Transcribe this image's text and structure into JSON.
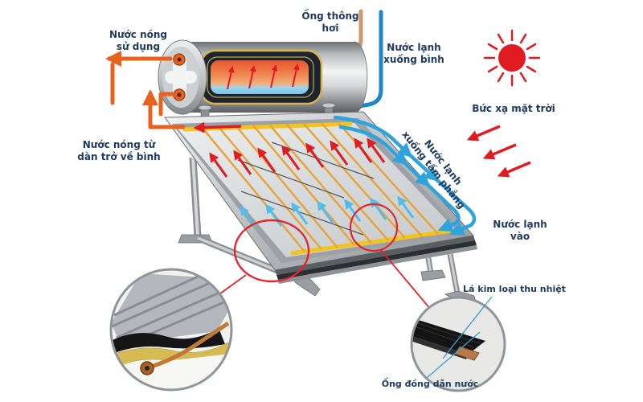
{
  "diagram": {
    "title_semantic": "Solar water heater flat-plate collector schematic",
    "labels": {
      "hot_water_use": "Nước nóng\nsử dụng",
      "vent_pipe": "Ống thông\nhơi",
      "cold_water_to_tank": "Nước lạnh\nxuống bình",
      "solar_radiation": "Bức xạ mặt trời",
      "hot_water_return": "Nước nóng từ\ndàn trở về bình",
      "cold_water_to_plate": "Nước lạnh\nxuống tấm phẳng",
      "cold_water_in": "Nước lạnh\nvào",
      "absorber_sheet": "Lá kim loại thu nhiệt",
      "copper_water_pipe": "Ống đồng dẫn nước"
    },
    "colors": {
      "label_text": "#1e3a5f",
      "hot_pipe_orange": "#e8611f",
      "cold_pipe_blue": "#1f86c8",
      "cold_flow_light_blue": "#55bce8",
      "diagonal_pipe_blue": "#2ea3dc",
      "radiation_red": "#e01b22",
      "highlight_red": "#e0262c",
      "header_gold": "#f2c41c",
      "riser_tube_orange": "#e8a43c",
      "vent_tan": "#c89a6c"
    }
  }
}
